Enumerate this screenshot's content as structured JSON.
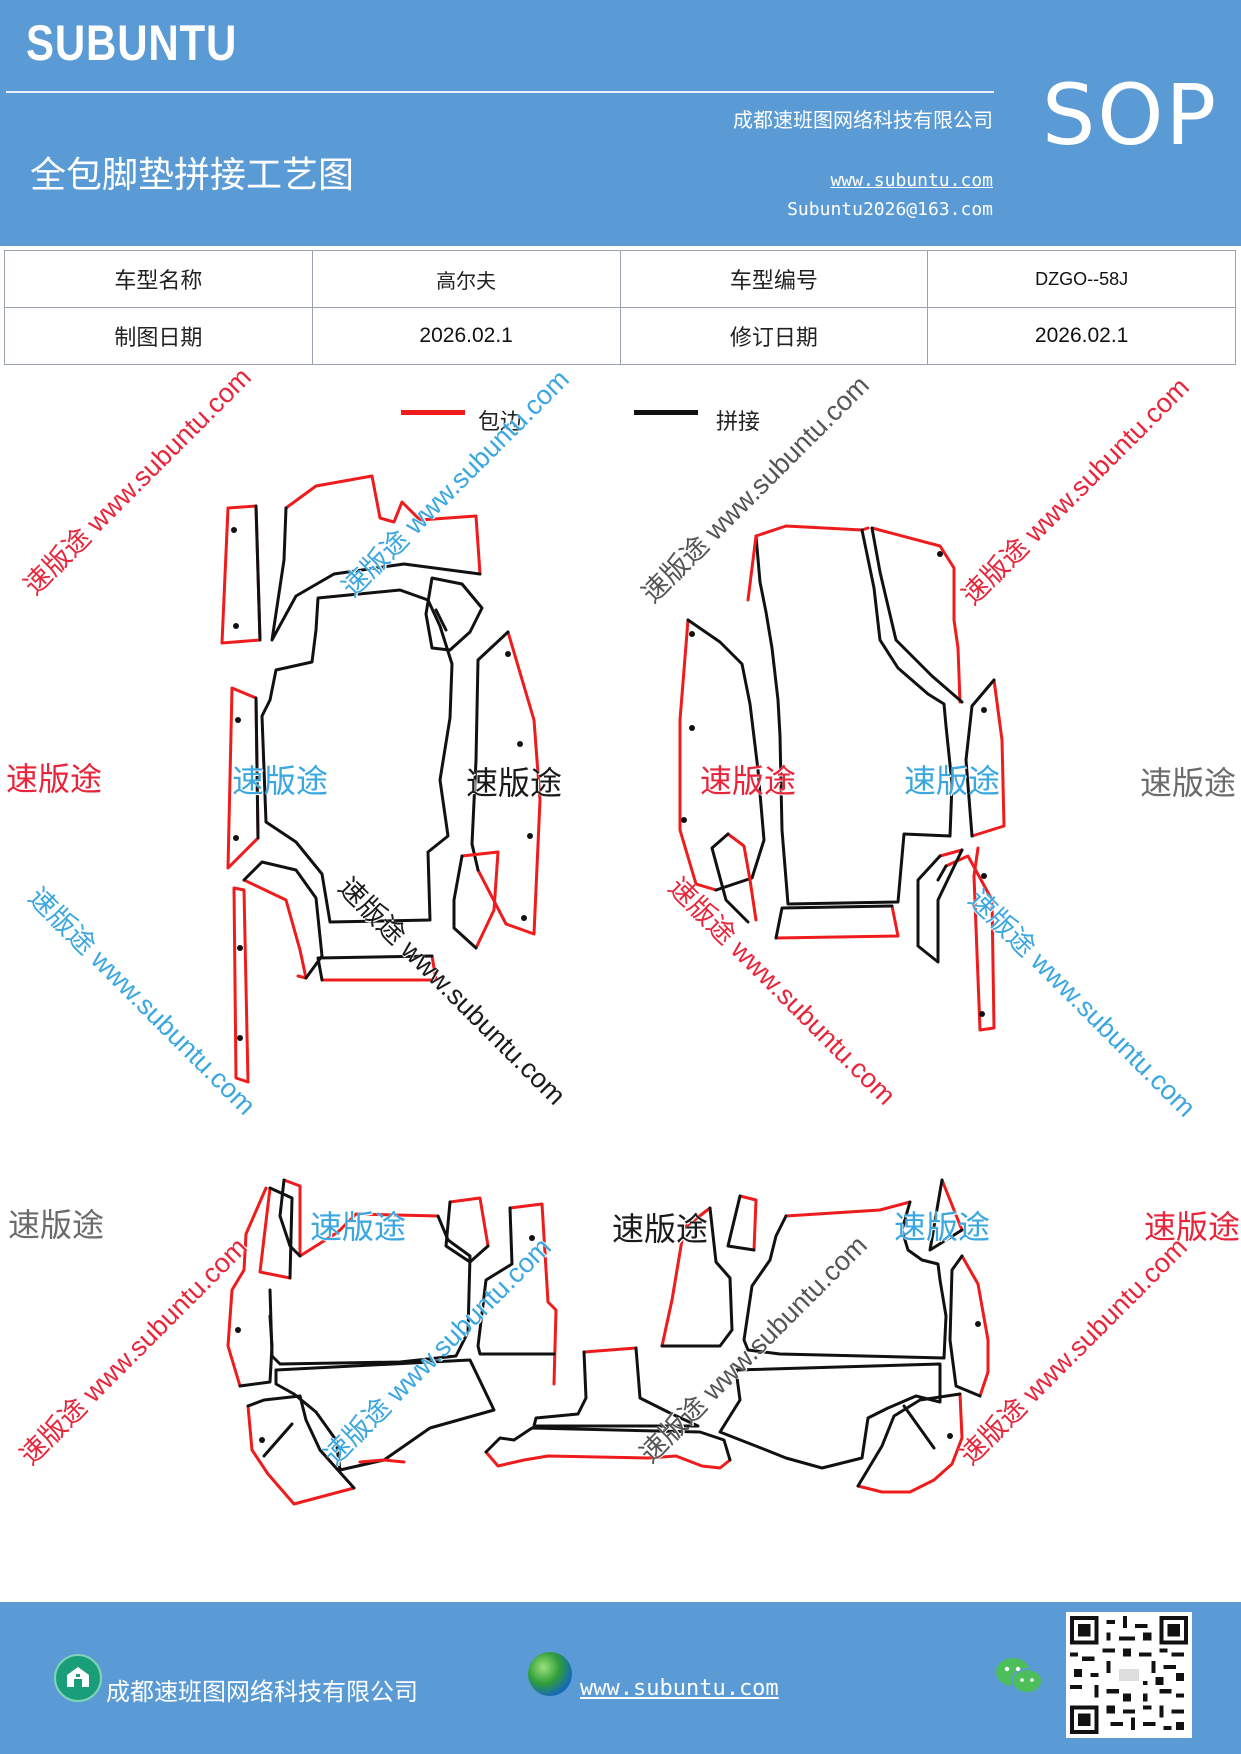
{
  "header": {
    "brand": "SUBUNTU",
    "company": "成都速班图网络科技有限公司",
    "title": "全包脚垫拼接工艺图",
    "website": "www.subuntu.com",
    "email": "Subuntu2026@163.com",
    "badge": "SOP"
  },
  "info_table": {
    "rows": [
      {
        "label1": "车型名称",
        "value1": "高尔夫",
        "label2": "车型编号",
        "value2": "DZGO--58J"
      },
      {
        "label1": "制图日期",
        "value1": "2026.02.1",
        "label2": "修订日期",
        "value2": "2026.02.1"
      }
    ]
  },
  "legend": {
    "edge": {
      "label": "包边",
      "color": "#ee1c1c"
    },
    "seam": {
      "label": "拼接",
      "color": "#111111"
    }
  },
  "watermarks": {
    "brand_cn": "速版途",
    "diag": "速版途 www.subuntu.com",
    "diag_url": "www.subuntu.com"
  },
  "footer": {
    "company": "成都速班图网络科技有限公司",
    "website": "www.subuntu.com",
    "icons": [
      "home-icon",
      "globe-icon",
      "wechat-icon",
      "qr-code"
    ]
  },
  "colors": {
    "header_bg": "#5b9bd5",
    "edge_red": "#ee1c1c",
    "seam_black": "#111111"
  }
}
